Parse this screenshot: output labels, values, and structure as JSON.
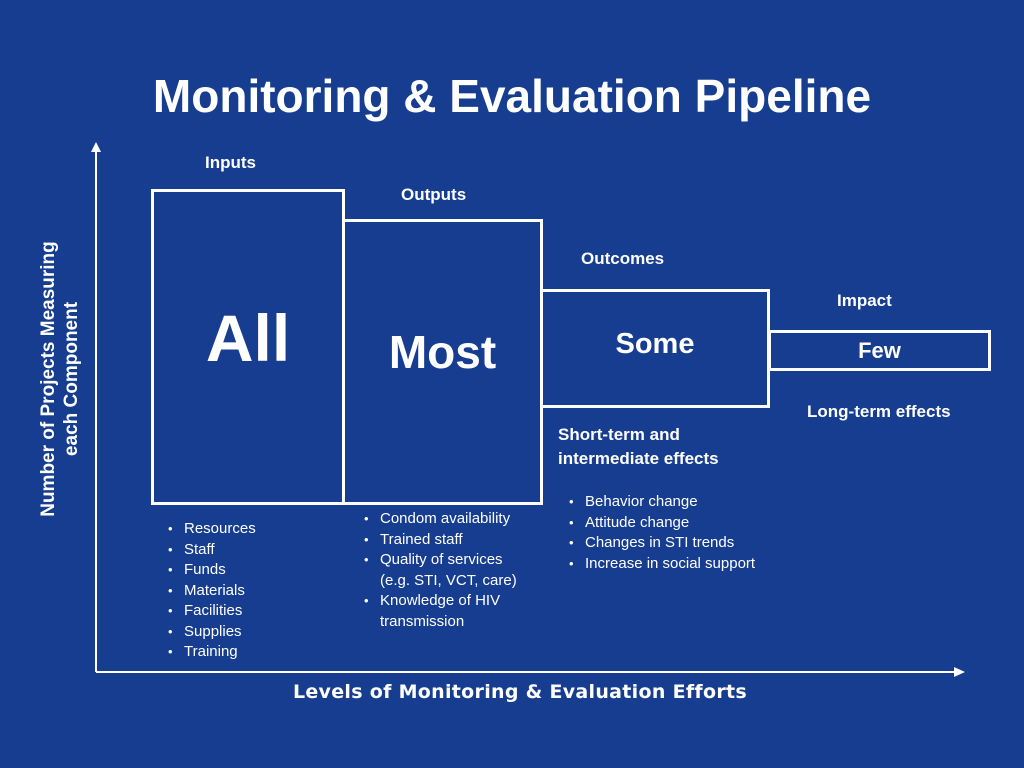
{
  "title": "Monitoring & Evaluation Pipeline",
  "y_axis_label_line1": "Number of Projects Measuring",
  "y_axis_label_line2": "each Component",
  "x_axis_label": "Levels of Monitoring & Evaluation Efforts",
  "stages": [
    {
      "name": "Inputs",
      "box_label": "All",
      "items": [
        "Resources",
        "Staff",
        "Funds",
        "Materials",
        "Facilities",
        "Supplies",
        "Training"
      ]
    },
    {
      "name": "Outputs",
      "box_label": "Most",
      "items": [
        "Condom availability",
        "Trained staff",
        "Quality of services",
        "(e.g. STI, VCT, care)",
        "Knowledge of HIV",
        "transmission"
      ]
    },
    {
      "name": "Outcomes",
      "box_label": "Some",
      "effects_line1": "Short-term and",
      "effects_line2": "intermediate effects",
      "items": [
        "Behavior change",
        "Attitude change",
        "Changes in STI trends",
        "Increase in social support"
      ]
    },
    {
      "name": "Impact",
      "box_label": "Few",
      "effects_line1": "Long-term effects"
    }
  ],
  "colors": {
    "background": "#163d8f",
    "foreground": "#ffffff"
  }
}
